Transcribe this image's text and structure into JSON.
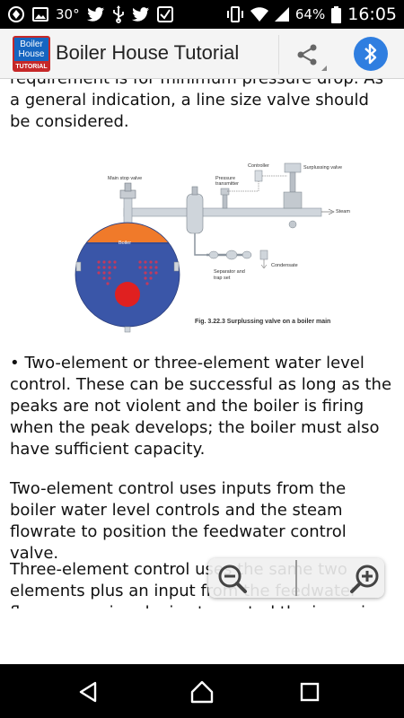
{
  "status_bar": {
    "temperature": "30°",
    "battery": "64%",
    "time": "16:05"
  },
  "app_bar": {
    "logo_line1": "Boiler",
    "logo_line2": "House",
    "logo_tag": "TUTORIAL",
    "title": "Boiler House Tutorial",
    "share_icon": "share-icon",
    "bluetooth_icon": "bluetooth-icon"
  },
  "content": {
    "para0": "requirement is for minimum pressure drop. As a general indication, a line size valve should be considered.",
    "figure": {
      "caption": "Fig. 3.22.3 Surplussing valve on a boiler main",
      "labels": {
        "boiler": "Boiler",
        "main_stop_valve": "Main stop valve",
        "pressure_transmitter": "Pressure transmitter",
        "controller": "Controller",
        "surplussing_valve": "Surplussing valve",
        "steam": "Steam",
        "separator": "Separator and trap set",
        "condensate": "Condensate"
      }
    },
    "para1": "• Two-element or three-element water level control. These can be successful as long as the peaks are not violent and the boiler is firing when the peak develops; the boiler must also have sufficient capacity.",
    "para2": "Two-element control uses inputs from the boiler water level controls and the steam flowrate to position the feedwater control valve.",
    "para3": "Three-element control uses the same two elements plus an input from the feedwater flow measuring device to control the incoming water."
  },
  "zoom": {
    "out_icon": "zoom-out-icon",
    "in_icon": "zoom-in-icon"
  },
  "nav_bar": {
    "back_icon": "back-icon",
    "home_icon": "home-icon",
    "recents_icon": "recents-icon"
  },
  "colors": {
    "status_bar": "#000000",
    "app_bar": "#f4f4f4",
    "bluetooth": "#2f7ee0",
    "boiler_body": "#3a56a8",
    "boiler_top": "#f07a2a",
    "burner": "#e02020"
  }
}
